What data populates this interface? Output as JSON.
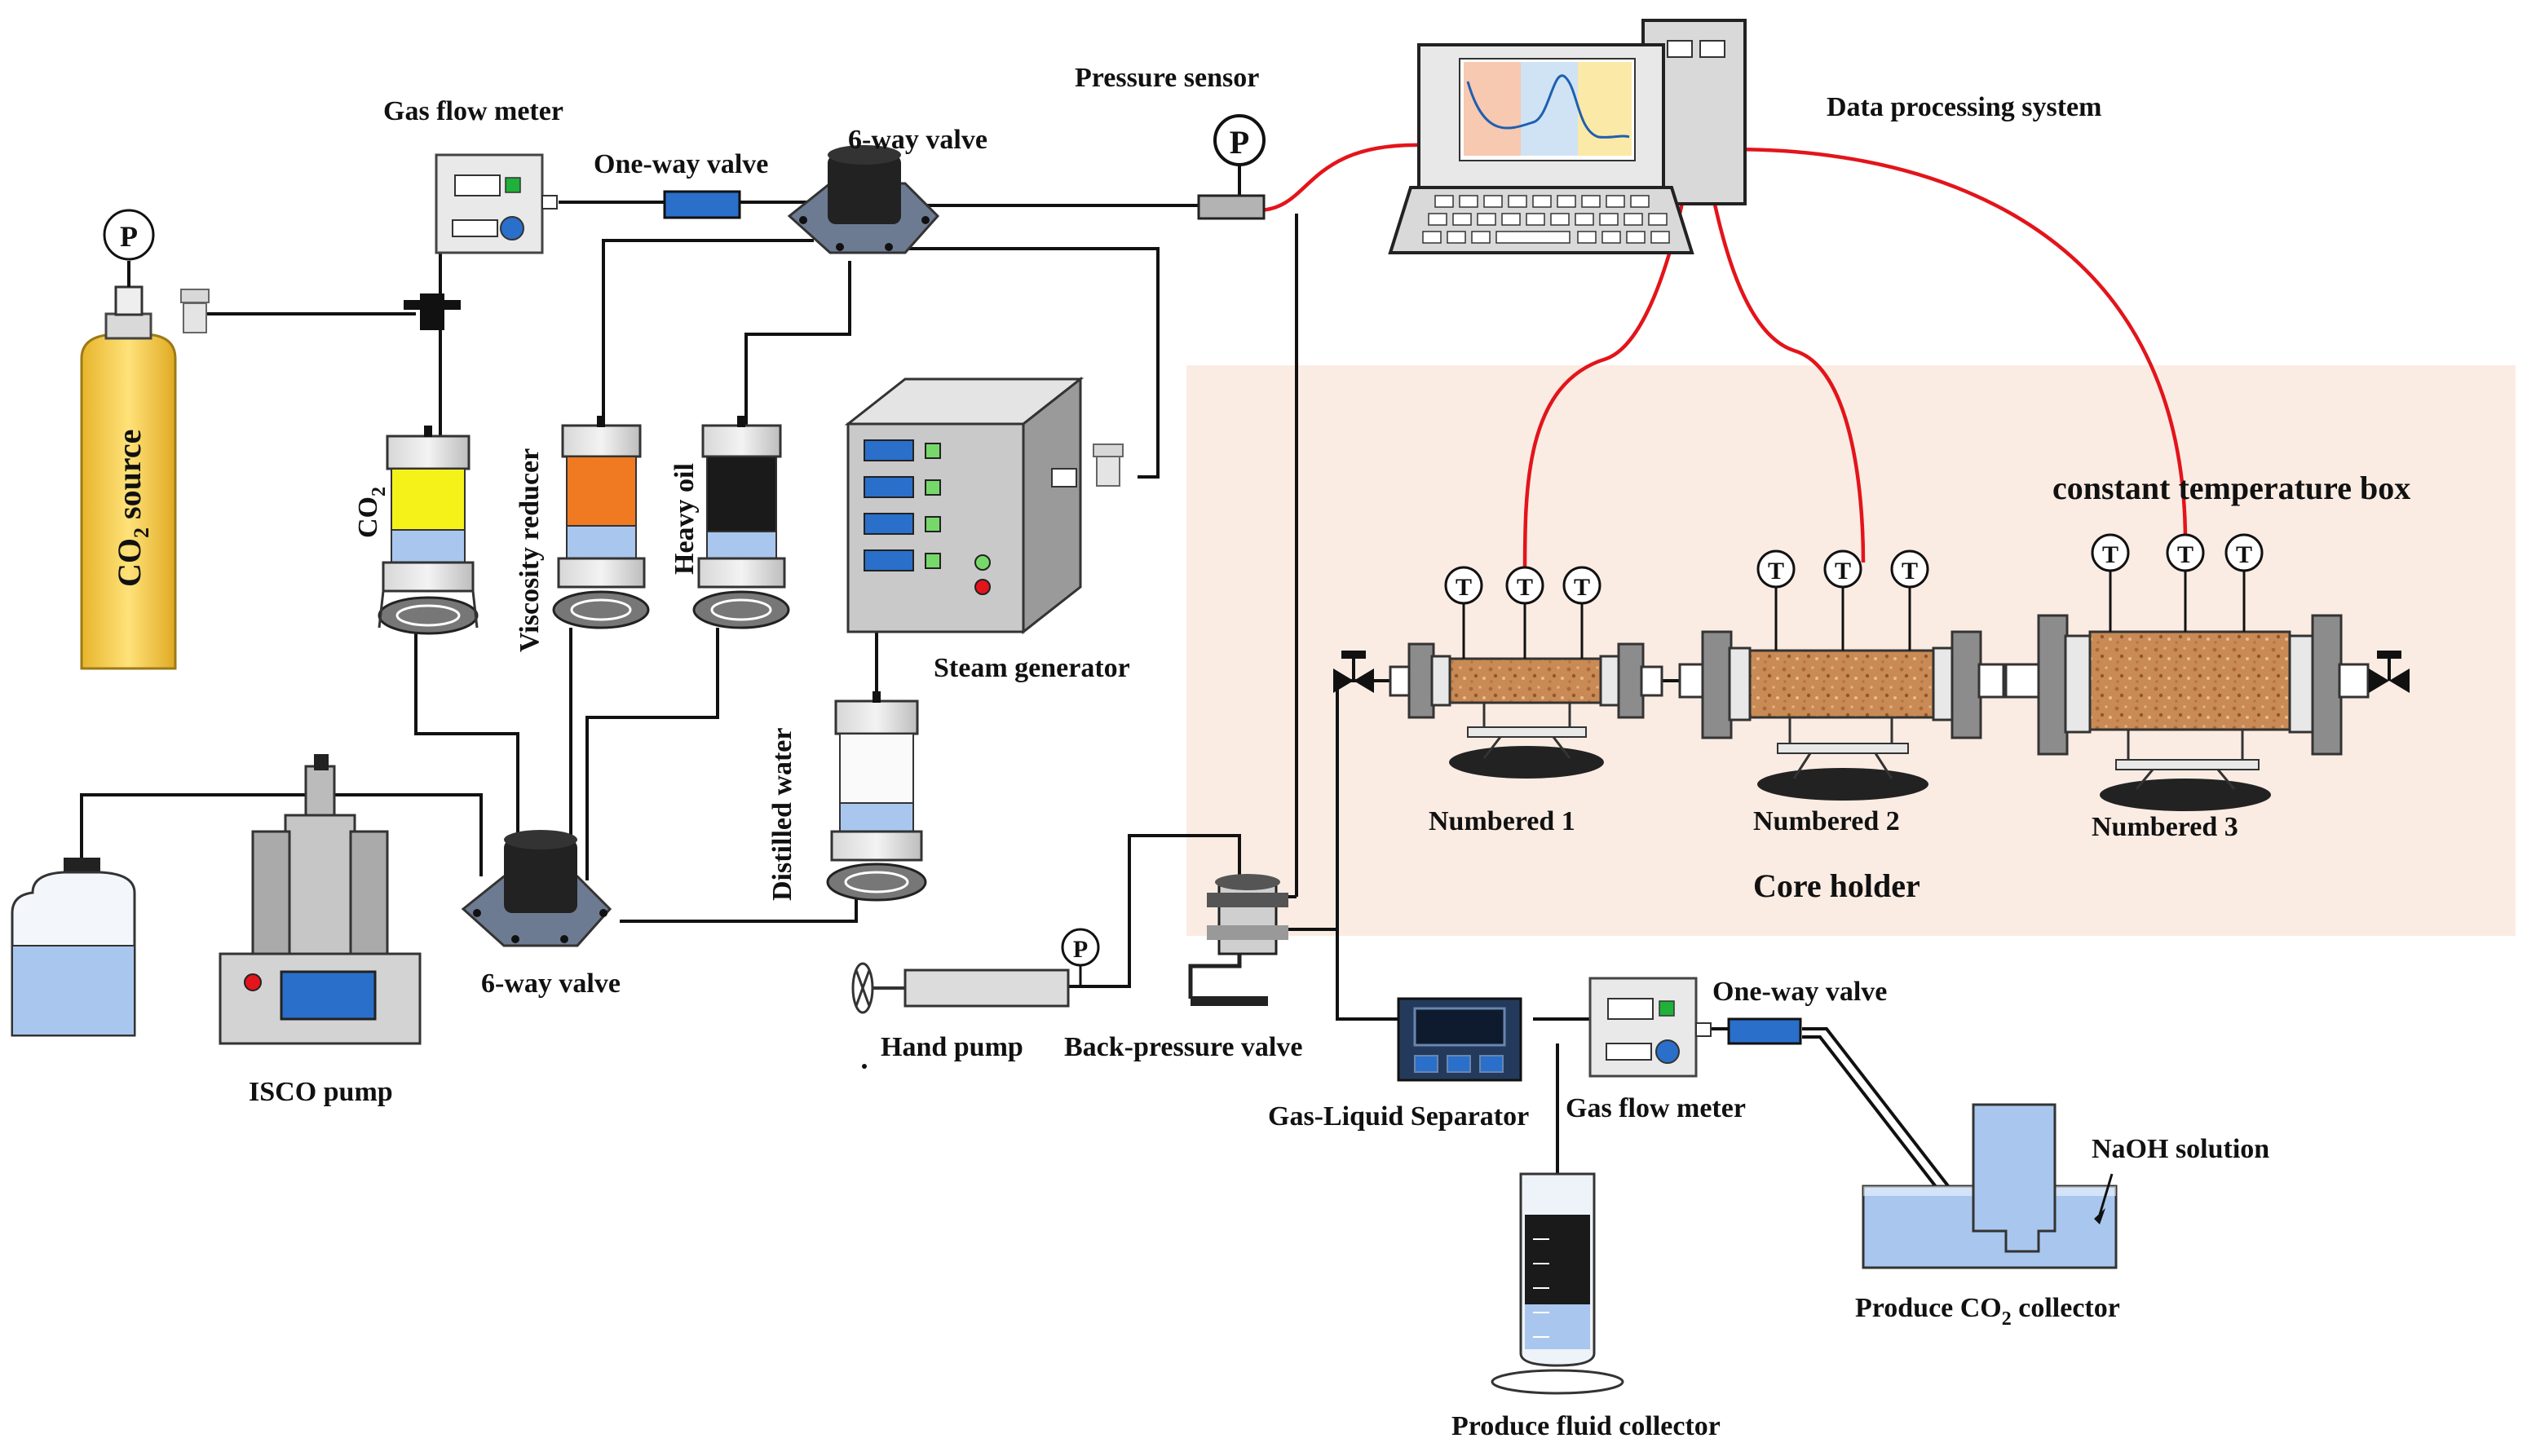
{
  "labels": {
    "co2_source": "CO",
    "co2_source_sub": "2",
    "co2_source_tail": " source",
    "gas_flow_meter_top": "Gas flow meter",
    "one_way_valve_top": "One-way valve",
    "six_way_valve_top": "6-way valve",
    "pressure_sensor": "Pressure sensor",
    "data_processing_system": "Data processing system",
    "co2_cylinder": "CO",
    "co2_cylinder_sub": "2",
    "viscosity_reducer": "Viscosity reducer",
    "heavy_oil": "Heavy oil",
    "steam_generator": "Steam  generator",
    "distilled_water": "Distilled water",
    "constant_temperature_box": "constant temperature box",
    "numbered_1": "Numbered 1",
    "numbered_2": "Numbered 2",
    "numbered_3": "Numbered 3",
    "core_holder": "Core holder",
    "six_way_valve_bottom": "6-way valve",
    "isco_pump": "ISCO pump",
    "hand_pump": "Hand pump",
    "back_pressure_valve": "Back-pressure valve",
    "gas_liquid_separator": "Gas-Liquid Separator",
    "gas_flow_meter_bottom": "Gas flow meter",
    "one_way_valve_bottom": "One-way valve",
    "naoh_solution": "NaOH solution",
    "produce_co2_collector": "Produce CO",
    "produce_co2_collector_sub": "2",
    "produce_co2_collector_tail": " collector",
    "produce_fluid_collector": "Produce fluid collector",
    "gauge_p": "P",
    "gauge_t": "T"
  },
  "colors": {
    "wire": "#e3141b",
    "co2_source_fill": "#f9d54a",
    "co2_fluid": "#f5f21a",
    "viscosity_fluid": "#f07a22",
    "heavy_oil_fluid": "#1a1a1a",
    "water_fluid": "#a9c7ee",
    "core_sand": "#c98a55",
    "temp_box_bg": "#fbece3",
    "steel": "#b9b9b9",
    "display_blue": "#2a6fc9"
  }
}
